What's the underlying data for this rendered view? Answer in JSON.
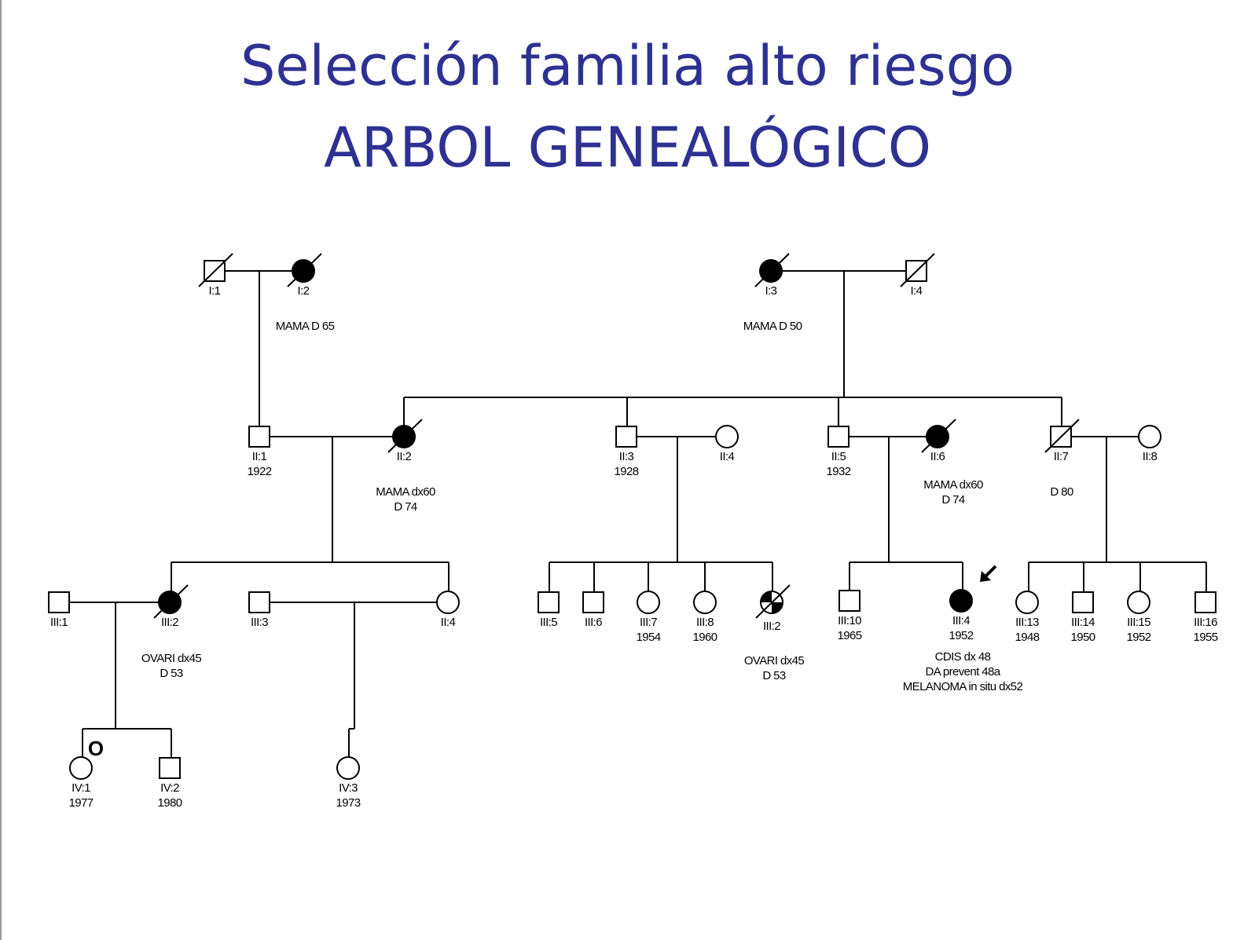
{
  "title": {
    "line1": "Selección familia alto riesgo",
    "line2": "ARBOL GENEALÓGICO"
  },
  "colors": {
    "title": "#2e3192",
    "affected": "#000000",
    "unaffected": "#ffffff"
  },
  "legend_marker": "O",
  "proband_marker": "arrow-icon",
  "individuals": [
    {
      "key": "i1",
      "shape": "square",
      "fill": "empty",
      "deceased": true,
      "labels": [
        "I:1"
      ]
    },
    {
      "key": "i2",
      "shape": "circle",
      "fill": "full",
      "deceased": true,
      "labels": [
        "I:2"
      ]
    },
    {
      "key": "i3",
      "shape": "circle",
      "fill": "full",
      "deceased": true,
      "labels": [
        "I:3"
      ]
    },
    {
      "key": "i4",
      "shape": "square",
      "fill": "empty",
      "deceased": true,
      "labels": [
        "I:4"
      ]
    },
    {
      "key": "ii1",
      "shape": "square",
      "fill": "empty",
      "deceased": false,
      "labels": [
        "II:1",
        "1922"
      ]
    },
    {
      "key": "ii2",
      "shape": "circle",
      "fill": "full",
      "deceased": true,
      "labels": [
        "II:2"
      ]
    },
    {
      "key": "ii3",
      "shape": "square",
      "fill": "empty",
      "deceased": false,
      "labels": [
        "II:3",
        "1928"
      ]
    },
    {
      "key": "ii4",
      "shape": "circle",
      "fill": "empty",
      "deceased": false,
      "labels": [
        "II:4"
      ]
    },
    {
      "key": "ii5",
      "shape": "square",
      "fill": "empty",
      "deceased": false,
      "labels": [
        "II:5",
        "1932"
      ]
    },
    {
      "key": "ii6",
      "shape": "circle",
      "fill": "full",
      "deceased": true,
      "labels": [
        "II:6"
      ]
    },
    {
      "key": "ii7",
      "shape": "square",
      "fill": "empty",
      "deceased": true,
      "labels": [
        "II:7"
      ]
    },
    {
      "key": "ii8",
      "shape": "circle",
      "fill": "empty",
      "deceased": false,
      "labels": [
        "II:8"
      ]
    },
    {
      "key": "iii1",
      "shape": "square",
      "fill": "empty",
      "deceased": false,
      "labels": [
        "III:1"
      ]
    },
    {
      "key": "iii2a",
      "shape": "circle",
      "fill": "full",
      "deceased": true,
      "labels": [
        "III:2"
      ]
    },
    {
      "key": "iii3",
      "shape": "square",
      "fill": "empty",
      "deceased": false,
      "labels": [
        "III:3"
      ]
    },
    {
      "key": "ii4b",
      "shape": "circle",
      "fill": "empty",
      "deceased": false,
      "labels": [
        "II:4"
      ]
    },
    {
      "key": "iii5",
      "shape": "square",
      "fill": "empty",
      "deceased": false,
      "labels": [
        "III:5"
      ]
    },
    {
      "key": "iii6",
      "shape": "square",
      "fill": "empty",
      "deceased": false,
      "labels": [
        "III:6"
      ]
    },
    {
      "key": "iii7",
      "shape": "circle",
      "fill": "empty",
      "deceased": false,
      "labels": [
        "III:7",
        "1954"
      ]
    },
    {
      "key": "iii8",
      "shape": "circle",
      "fill": "empty",
      "deceased": false,
      "labels": [
        "III:8",
        "1960"
      ]
    },
    {
      "key": "iii2b",
      "shape": "circle",
      "fill": "quadrants",
      "deceased": true,
      "labels": [
        "III:2"
      ]
    },
    {
      "key": "iii10",
      "shape": "square",
      "fill": "empty",
      "deceased": false,
      "labels": [
        "III:10",
        "1965"
      ]
    },
    {
      "key": "iii4",
      "shape": "circle",
      "fill": "full",
      "deceased": false,
      "proband": true,
      "labels": [
        "III:4",
        "1952"
      ]
    },
    {
      "key": "iii13",
      "shape": "circle",
      "fill": "empty",
      "deceased": false,
      "labels": [
        "III:13",
        "1948"
      ]
    },
    {
      "key": "iii14",
      "shape": "square",
      "fill": "empty",
      "deceased": false,
      "labels": [
        "III:14",
        "1950"
      ]
    },
    {
      "key": "iii15",
      "shape": "circle",
      "fill": "empty",
      "deceased": false,
      "labels": [
        "III:15",
        "1952"
      ]
    },
    {
      "key": "iii16",
      "shape": "square",
      "fill": "empty",
      "deceased": false,
      "labels": [
        "III:16",
        "1955"
      ]
    },
    {
      "key": "iv1",
      "shape": "circle",
      "fill": "empty",
      "deceased": false,
      "labels": [
        "IV:1",
        "1977"
      ]
    },
    {
      "key": "iv2",
      "shape": "square",
      "fill": "empty",
      "deceased": false,
      "labels": [
        "IV:2",
        "1980"
      ]
    },
    {
      "key": "iv3",
      "shape": "circle",
      "fill": "empty",
      "deceased": false,
      "labels": [
        "IV:3",
        "1973"
      ]
    }
  ],
  "annotations": [
    {
      "key": "a_i2",
      "lines": [
        "MAMA D 65"
      ]
    },
    {
      "key": "a_i3",
      "lines": [
        "MAMA D 50"
      ]
    },
    {
      "key": "a_ii2",
      "lines": [
        "MAMA dx60",
        "D 74"
      ]
    },
    {
      "key": "a_ii6",
      "lines": [
        "MAMA dx60",
        "D 74"
      ]
    },
    {
      "key": "a_ii7",
      "lines": [
        "D 80"
      ]
    },
    {
      "key": "a_iii2a",
      "lines": [
        "OVARI dx45",
        "D 53"
      ]
    },
    {
      "key": "a_iii2b",
      "lines": [
        "OVARI dx45",
        "D 53"
      ]
    },
    {
      "key": "a_iii4",
      "lines": [
        "CDIS dx 48",
        "DA prevent 48a",
        "MELANOMA in situ dx52"
      ]
    }
  ]
}
